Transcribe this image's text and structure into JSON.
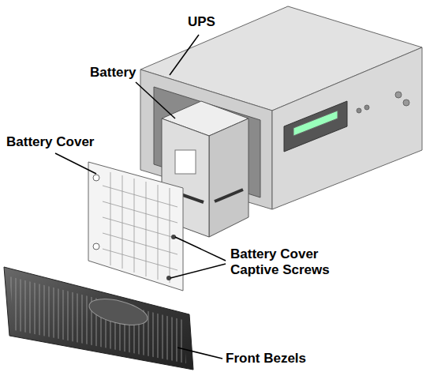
{
  "diagram": {
    "labels": [
      "UPS",
      "Battery",
      "Battery Cover",
      "Battery Cover Captive Screws",
      "Front Bezels"
    ]
  }
}
